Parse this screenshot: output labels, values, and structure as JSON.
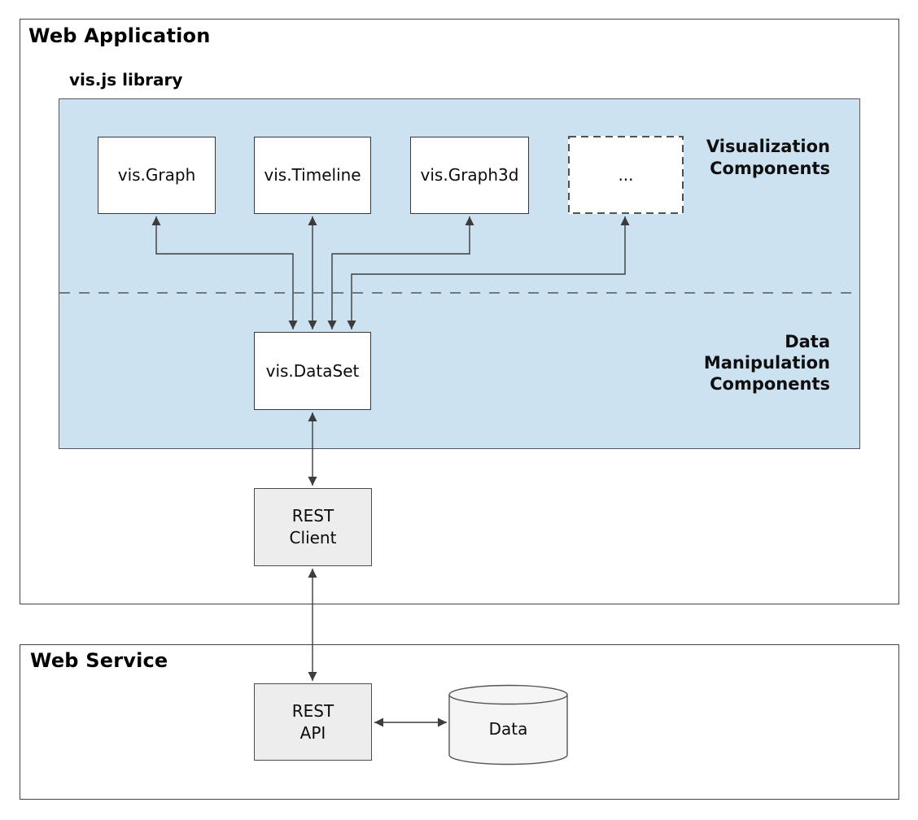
{
  "diagram": {
    "web_application": {
      "title": "Web Application"
    },
    "visjs_library": {
      "title": "vis.js library"
    },
    "web_service": {
      "title": "Web Service"
    },
    "nodes": {
      "vis_graph": {
        "label": "vis.Graph"
      },
      "vis_timeline": {
        "label": "vis.Timeline"
      },
      "vis_graph3d": {
        "label": "vis.Graph3d"
      },
      "more": {
        "label": "..."
      },
      "vis_dataset": {
        "label": "vis.DataSet"
      },
      "rest_client": {
        "lines": [
          "REST",
          "Client"
        ]
      },
      "rest_api": {
        "lines": [
          "REST",
          "API"
        ]
      },
      "data_store": {
        "label": "Data"
      }
    },
    "section_labels": {
      "visualization": {
        "lines": [
          "Visualization",
          "Components"
        ]
      },
      "data_manipulation": {
        "lines": [
          "Data",
          "Manipulation",
          "Components"
        ]
      }
    },
    "edges": [
      {
        "from": "vis.DataSet",
        "to": "vis.Graph",
        "bidirectional": true
      },
      {
        "from": "vis.DataSet",
        "to": "vis.Timeline",
        "bidirectional": true
      },
      {
        "from": "vis.DataSet",
        "to": "vis.Graph3d",
        "bidirectional": true
      },
      {
        "from": "vis.DataSet",
        "to": "...",
        "bidirectional": true
      },
      {
        "from": "REST Client",
        "to": "vis.DataSet",
        "bidirectional": true
      },
      {
        "from": "REST API",
        "to": "REST Client",
        "bidirectional": true
      },
      {
        "from": "REST API",
        "to": "Data",
        "bidirectional": true
      }
    ],
    "colors": {
      "library_panel_fill": "#cde2f1",
      "node_gray_fill": "#ededed",
      "cylinder_fill": "#f5f5f5",
      "line": "#3c3c3c"
    }
  }
}
